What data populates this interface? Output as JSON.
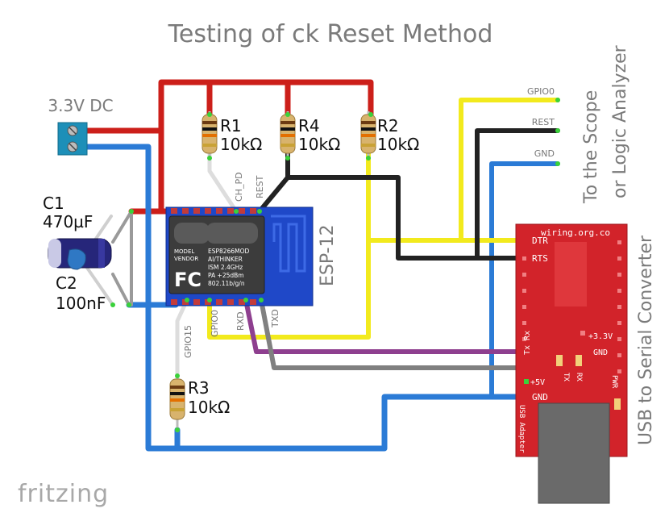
{
  "title": "Testing of ck Reset Method",
  "power": {
    "label": "3.3V DC"
  },
  "capacitors": [
    {
      "name": "C1",
      "value": "470µF"
    },
    {
      "name": "C2",
      "value": "100nF"
    }
  ],
  "resistors": [
    {
      "name": "R1",
      "value": "10kΩ"
    },
    {
      "name": "R4",
      "value": "10kΩ"
    },
    {
      "name": "R2",
      "value": "10kΩ"
    },
    {
      "name": "R3",
      "value": "10kΩ"
    }
  ],
  "esp": {
    "name": "ESP-12",
    "model_label": "MODEL",
    "vendor_label": "VENDOR",
    "module_lines": [
      "ESP8266MOD",
      "AI/THINKER",
      "ISM 2.4GHz",
      "PA  +25dBm",
      "802.11b/g/n"
    ],
    "fcc": "FC",
    "pins": {
      "ch_pd": "CH_PD",
      "rest": "REST",
      "gpio15": "GPIO15",
      "gpio0": "GPIO0",
      "rxd": "RXD",
      "txd": "TXD"
    }
  },
  "probe": {
    "label_line1": "To the Scope",
    "label_line2": "or Logic Analyzer",
    "gpio0": "GPIO0",
    "rest": "REST",
    "gnd": "GND"
  },
  "usb": {
    "label": "USB to Serial Converter",
    "brand": "wiring.org.co",
    "dtr": "DTR",
    "rts": "RTS",
    "tx_rx": "Tx Rx",
    "gnd": "GND",
    "v33": "+3.3V",
    "gnd2": "GND",
    "tx": "TX",
    "rx": "RX",
    "v5": "+5V",
    "pwr": "PWR",
    "usb_adapter": "USB Adapter"
  },
  "footer": {
    "brand": "fritzing"
  },
  "colors": {
    "red_wire": "#cc1f1a",
    "blue_wire": "#2b7bd6",
    "yellow_wire": "#f2ea1d",
    "black_wire": "#222222",
    "purple_wire": "#8e3f8f",
    "gray_wire": "#808080",
    "board_red": "#d2232a",
    "esp_blue": "#1f48c8",
    "esp_shield": "#3c3c3c"
  }
}
